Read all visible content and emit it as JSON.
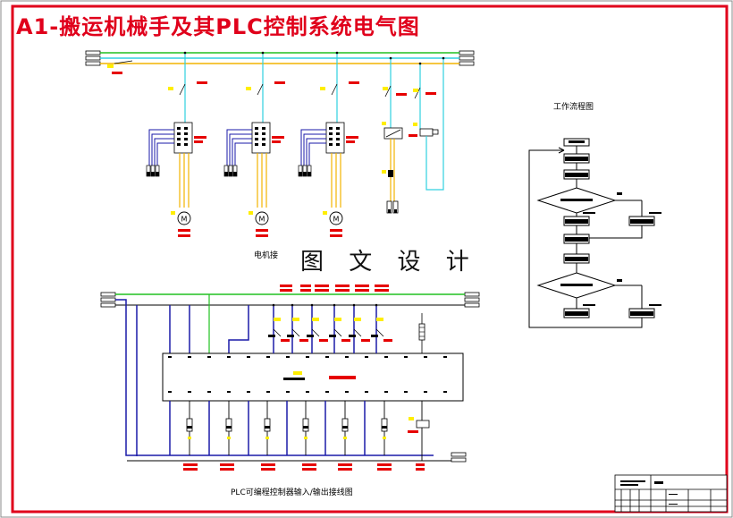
{
  "title": "A1-搬运机械手及其PLC控制系统电气图",
  "labels": {
    "motor_diagram": "电机接",
    "flowchart": "工作流程图",
    "plc_wiring": "PLC可编程控制器输入/输出接线图",
    "watermark": "图 文 设 计"
  },
  "motor_symbol": "M",
  "colors": {
    "frame": "#e0001b",
    "bus_yellow": "#f2b400",
    "bus_cyan": "#30d0e0",
    "bus_green": "#20c020",
    "wire_blue": "#1a1aa8",
    "wire_dark_blue": "#000080",
    "label_red": "#e60000",
    "label_yellow": "#ffee00",
    "line_black": "#000000"
  }
}
